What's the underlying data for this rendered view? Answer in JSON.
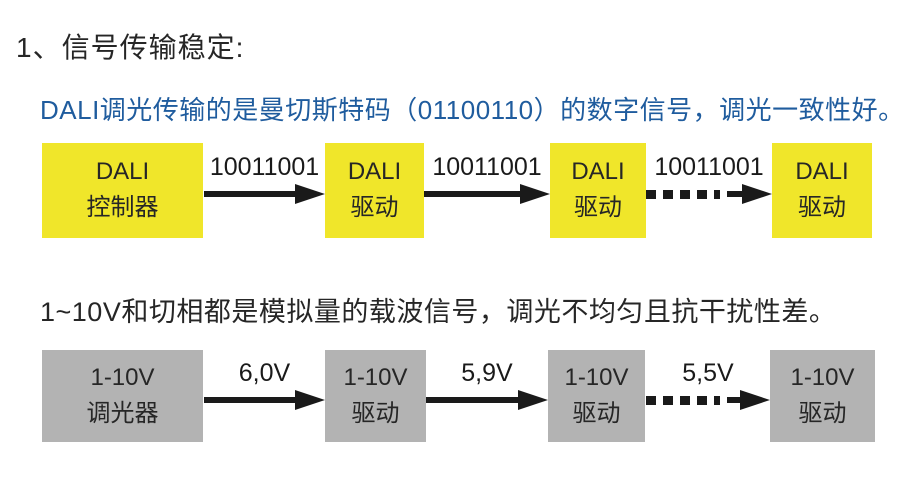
{
  "page": {
    "title": "1、信号传输稳定:"
  },
  "colors": {
    "dali_node_yellow": "#f0e62a",
    "analog_node_gray": "#b3b3b3",
    "dali_desc_blue": "#1f5c9e",
    "text_black": "#262626",
    "arrow_black": "#1a1a1a",
    "background": "#ffffff"
  },
  "sections": [
    {
      "id": "dali-digital",
      "description": "DALI调光传输的是曼切斯特码（01100110）的数字信号，调光一致性好。",
      "nodes": [
        {
          "line1": "DALI",
          "line2": "控制器"
        },
        {
          "line1": "DALI",
          "line2": "驱动"
        },
        {
          "line1": "DALI",
          "line2": "驱动"
        },
        {
          "line1": "DALI",
          "line2": "驱动"
        }
      ],
      "arrows": [
        {
          "label": "10011001",
          "style": "solid"
        },
        {
          "label": "10011001",
          "style": "solid"
        },
        {
          "label": "10011001",
          "style": "dashed"
        }
      ]
    },
    {
      "id": "analog-1-10v",
      "description": "1~10V和切相都是模拟量的载波信号，调光不均匀且抗干扰性差。",
      "nodes": [
        {
          "line1": "1-10V",
          "line2": "调光器"
        },
        {
          "line1": "1-10V",
          "line2": "驱动"
        },
        {
          "line1": "1-10V",
          "line2": "驱动"
        },
        {
          "line1": "1-10V",
          "line2": "驱动"
        }
      ],
      "arrows": [
        {
          "label": "6,0V",
          "style": "solid"
        },
        {
          "label": "5,9V",
          "style": "solid"
        },
        {
          "label": "5,5V",
          "style": "dashed"
        }
      ]
    }
  ]
}
